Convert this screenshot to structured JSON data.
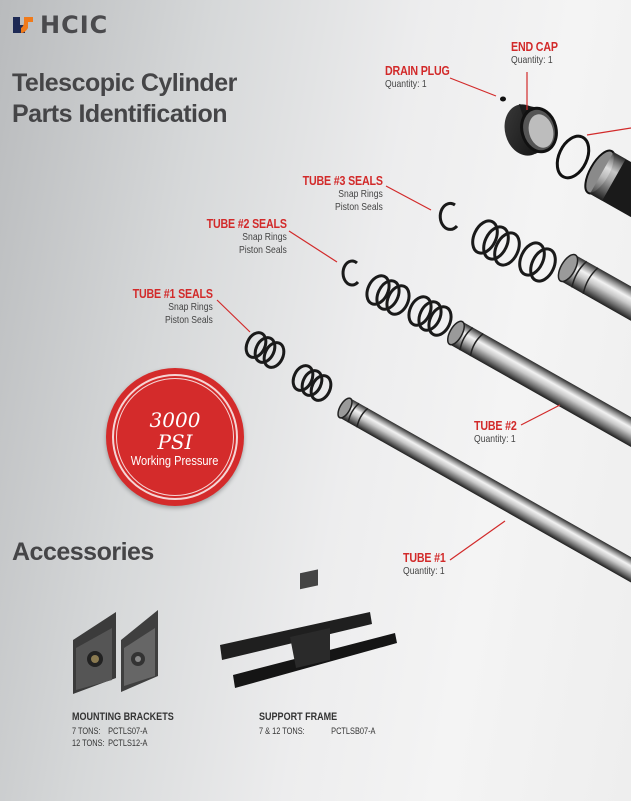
{
  "brand": {
    "name": "HCIC",
    "logo_colors": {
      "dark": "#1e2a55",
      "accent": "#f07a1a"
    }
  },
  "page_title": {
    "line1": "Telescopic Cylinder",
    "line2": "Parts Identification"
  },
  "callouts": {
    "end_cap": {
      "title": "END CAP",
      "sub": "Quantity: 1"
    },
    "drain_plug": {
      "title": "DRAIN PLUG",
      "sub": "Quantity: 1"
    },
    "tube3_seals": {
      "title": "TUBE #3 SEALS",
      "sub1": "Snap Rings",
      "sub2": "Piston Seals"
    },
    "tube2_seals": {
      "title": "TUBE #2 SEALS",
      "sub1": "Snap Rings",
      "sub2": "Piston Seals"
    },
    "tube1_seals": {
      "title": "TUBE #1 SEALS",
      "sub1": "Snap Rings",
      "sub2": "Piston Seals"
    },
    "tube2": {
      "title": "TUBE #2",
      "sub": "Quantity: 1"
    },
    "tube1": {
      "title": "TUBE #1",
      "sub": "Quantity: 1"
    }
  },
  "badge": {
    "value": "3000",
    "unit": "PSI",
    "label": "Working Pressure",
    "color": "#d42b2b"
  },
  "accessories": {
    "heading": "Accessories",
    "items": [
      {
        "name": "MOUNTING BRACKETS",
        "rows": [
          {
            "key": "7 TONS:",
            "value": "PCTLS07-A"
          },
          {
            "key": "12 TONS:",
            "value": "PCTLS12-A"
          }
        ]
      },
      {
        "name": "SUPPORT FRAME",
        "rows": [
          {
            "key": "7 & 12 TONS:",
            "value": "PCTLSB07-A"
          }
        ]
      }
    ]
  },
  "colors": {
    "callout_red": "#d22a2a",
    "title_gray": "#454547"
  }
}
